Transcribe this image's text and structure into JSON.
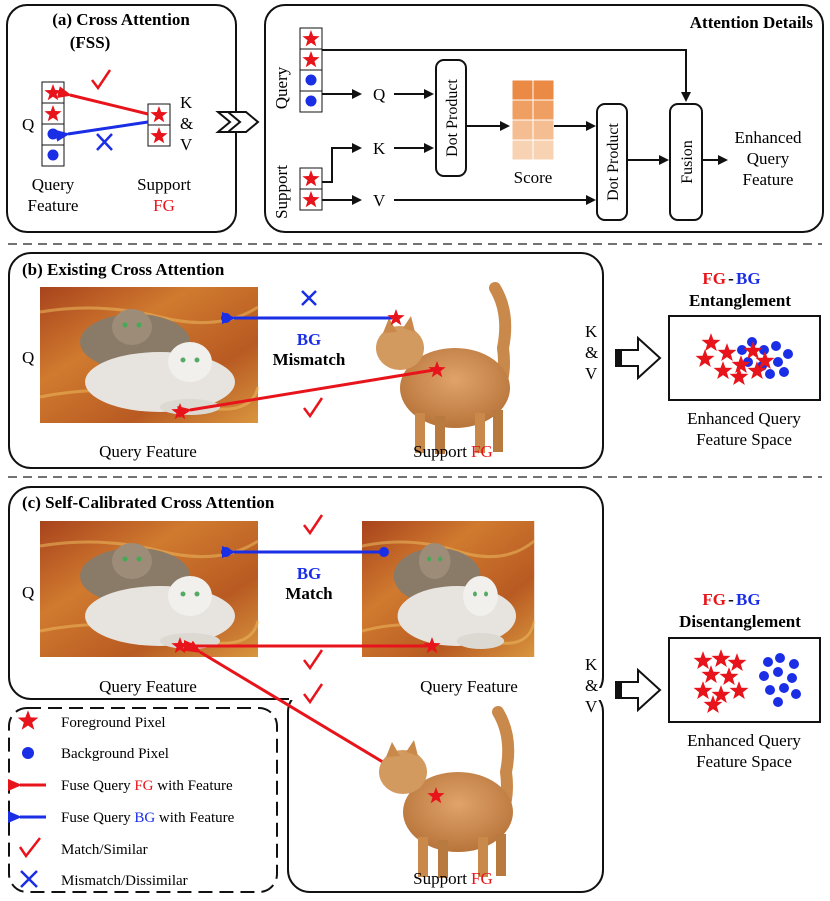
{
  "panel_a": {
    "title_line1": "(a) Cross Attention",
    "title_line2": "(FSS)",
    "q_label": "Q",
    "kv_k": "K",
    "kv_amp": "&",
    "kv_v": "V",
    "query_line1": "Query",
    "query_line2": "Feature",
    "support_line1": "Support",
    "support_line2": "FG"
  },
  "details": {
    "title": "Attention Details",
    "query_label": "Query",
    "support_label": "Support",
    "q": "Q",
    "k": "K",
    "v": "V",
    "dot_product_1": "Dot Product",
    "score": "Score",
    "dot_product_2": "Dot Product",
    "fusion": "Fusion",
    "enhanced_line1": "Enhanced",
    "enhanced_line2": "Query",
    "enhanced_line3": "Feature",
    "score_colors": [
      "#e8803d",
      "#ee9b5d",
      "#f3b688",
      "#f7cdaa",
      "#f9dcc3",
      "#fbe7d6",
      "#f2b38a",
      "#f6c8a3"
    ]
  },
  "panel_b": {
    "title": "(b) Existing Cross Attention",
    "q_label": "Q",
    "bg_label": "BG",
    "mismatch": "Mismatch",
    "query_feature": "Query Feature",
    "support": "Support",
    "fg": "FG",
    "kv_k": "K",
    "kv_amp": "&",
    "kv_v": "V",
    "fg_label": "FG",
    "dash": "-",
    "bg_label2": "BG",
    "entanglement": "Entanglement",
    "space_line1": "Enhanced Query",
    "space_line2": "Feature Space"
  },
  "panel_c": {
    "title": "(c) Self-Calibrated Cross Attention",
    "q_label": "Q",
    "bg_label": "BG",
    "match": "Match",
    "query_feature_left": "Query Feature",
    "query_feature_right": "Query Feature",
    "support": "Support",
    "fg": "FG",
    "kv_k": "K",
    "kv_amp": "&",
    "kv_v": "V",
    "fg_label": "FG",
    "dash": "-",
    "bg_label2": "BG",
    "disentanglement": "Disentanglement",
    "space_line1": "Enhanced Query",
    "space_line2": "Feature Space"
  },
  "legend": {
    "fg_pixel": "Foreground Pixel",
    "bg_pixel": "Background Pixel",
    "fuse_fg_pre": "Fuse Query ",
    "fuse_fg_mid": "FG",
    "fuse_fg_post": " with Feature",
    "fuse_bg_pre": "Fuse Query ",
    "fuse_bg_mid": "BG",
    "fuse_bg_post": " with Feature",
    "match": "Match/Similar",
    "mismatch": "Mismatch/Dissimilar"
  },
  "colors": {
    "red": "#e8141b",
    "blue": "#1a2ee6"
  }
}
